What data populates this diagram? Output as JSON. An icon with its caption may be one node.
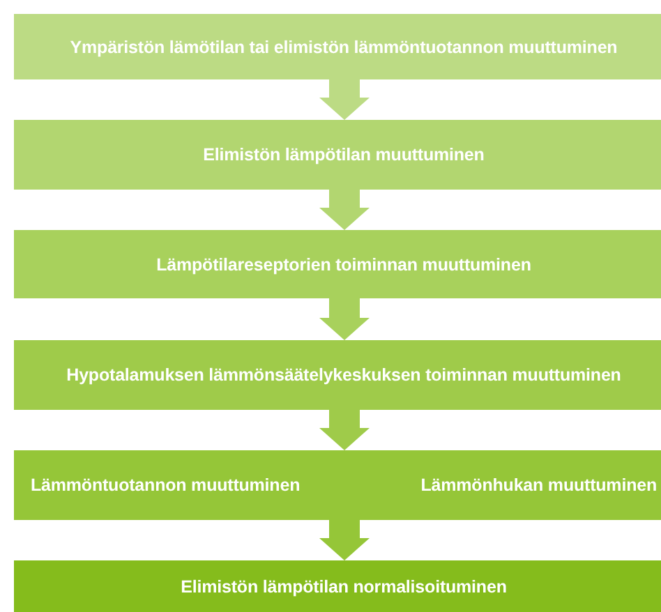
{
  "diagram": {
    "nodes": [
      {
        "text": [
          "Ympäristön lämötilan tai elimistön lämmöntuotannon muuttuminen"
        ]
      },
      {
        "text": [
          "Elimistön lämpötilan muuttuminen"
        ]
      },
      {
        "text": [
          "Lämpötilareseptorien toiminnan muuttuminen"
        ]
      },
      {
        "text": [
          "Hypotalamuksen lämmönsäätelykeskuksen toiminnan muuttuminen"
        ]
      },
      {
        "text": [
          "Lämmöntuotannon muuttuminen",
          "Lämmönhukan muuttuminen"
        ]
      },
      {
        "text": [
          "Elimistön lämpötilan normalisoituminen"
        ]
      }
    ],
    "edges": [
      {
        "from": 0,
        "to": 1,
        "arrow": "to"
      },
      {
        "from": 1,
        "to": 2,
        "arrow": "to"
      },
      {
        "from": 2,
        "to": 3,
        "arrow": "to"
      },
      {
        "from": 3,
        "to": 4,
        "arrow": "to"
      },
      {
        "from": 4,
        "to": 5,
        "arrow": "to"
      }
    ]
  }
}
